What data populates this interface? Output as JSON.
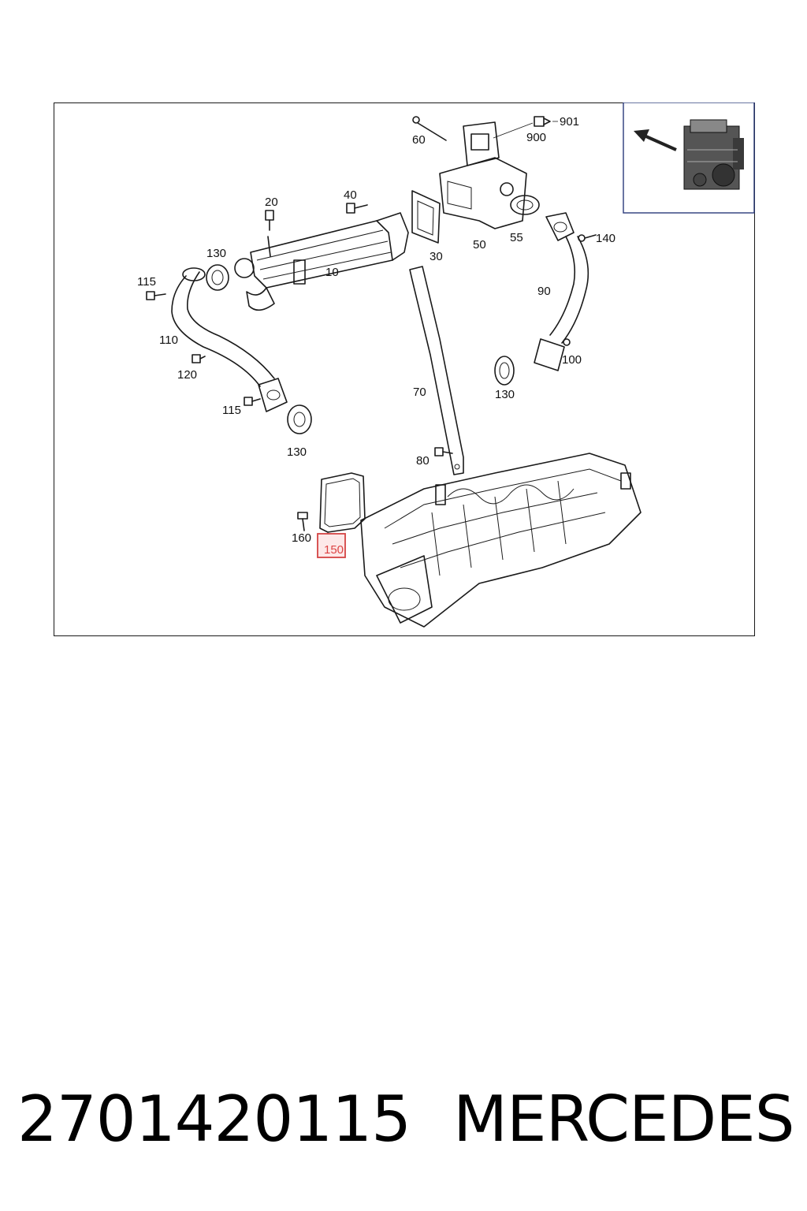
{
  "diagram": {
    "callouts": {
      "c10": "10",
      "c20": "20",
      "c30": "30",
      "c40": "40",
      "c50": "50",
      "c55": "55",
      "c60": "60",
      "c70": "70",
      "c80": "80",
      "c90": "90",
      "c100": "100",
      "c110": "110",
      "c115a": "115",
      "c115b": "115",
      "c120": "120",
      "c130a": "130",
      "c130b": "130",
      "c130c": "130",
      "c140": "140",
      "c150": "150",
      "c160": "160",
      "c900": "900",
      "c901": "901"
    },
    "highlighted_callout": "150",
    "highlight_color": "#d44444"
  },
  "footer": {
    "part_number": "2701420115",
    "brand": "MERCEDES"
  }
}
